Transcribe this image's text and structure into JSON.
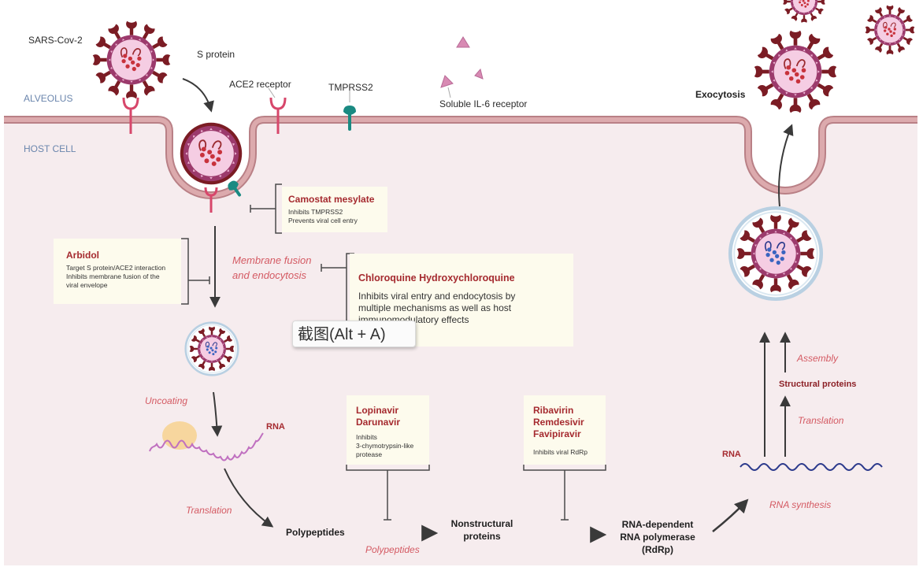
{
  "regions": {
    "alveolus": "ALVEOLUS",
    "host_cell": "HOST CELL"
  },
  "extracellular_labels": {
    "virus": "SARS-Cov-2",
    "s_protein": "S protein",
    "ace2": "ACE2 receptor",
    "tmprss2": "TMPRSS2",
    "il6": "Soluble IL-6 receptor",
    "exocytosis": "Exocytosis"
  },
  "process_labels": {
    "membrane_fusion_line1": "Membrane fusion",
    "membrane_fusion_line2": "and endocytosis",
    "uncoating": "Uncoating",
    "rna_left": "RNA",
    "translation_left": "Translation",
    "polypeptides_node": "Polypeptides",
    "polypeptides_italic": "Polypeptides",
    "nonstructural_line1": "Nonstructural",
    "nonstructural_line2": "proteins",
    "rdrp_line1": "RNA-dependent",
    "rdrp_line2": "RNA polymerase",
    "rdrp_line3": "(RdRp)",
    "rna_synthesis": "RNA synthesis",
    "rna_right": "RNA",
    "translation_right": "Translation",
    "structural_proteins": "Structural proteins",
    "assembly": "Assembly"
  },
  "drug_boxes": {
    "camostat": {
      "title": "Camostat mesylate",
      "desc": [
        "Inhibits TMPRSS2",
        "Prevents viral cell entry"
      ]
    },
    "arbidol": {
      "title": "Arbidol",
      "desc": [
        "Target S protein/ACE2 interaction",
        "Inhibits membrane fusion of the",
        "viral envelope"
      ]
    },
    "chloroquine": {
      "title": "Chloroquine Hydroxychloroquine",
      "desc": [
        "Inhibits viral entry and endocytosis by",
        "multiple mechanisms as well as host",
        "immunomodulatory effects"
      ]
    },
    "lopinavir": {
      "title": [
        "Lopinavir",
        "Darunavir"
      ],
      "desc": [
        "Inhibits",
        "3-chymotrypsin-like",
        "protease"
      ]
    },
    "ribavirin": {
      "title": [
        "Ribavirin",
        "Remdesivir",
        "Favipiravir"
      ],
      "desc": [
        "Inhibits viral RdRp"
      ]
    }
  },
  "overlay": {
    "tooltip": "截图(Alt + A)"
  },
  "colors": {
    "cell_bg": "#f6ecee",
    "membrane": "#d9a5a8",
    "membrane_edge": "#b98086",
    "drug_title": "#a52a2f",
    "process_italic": "#d45a63",
    "region_label": "#6b86ad",
    "box_bg": "#fdfbed",
    "virus_spike": "#7b1c24",
    "virus_envelope": "#9c3a6c",
    "virus_core": "#f5cde3",
    "ace2": "#d7476b",
    "tmprss2": "#1a8a82",
    "il6": "#d88ab3",
    "rna_pink": "#c070c0",
    "rna_blue": "#2c3a8c"
  }
}
